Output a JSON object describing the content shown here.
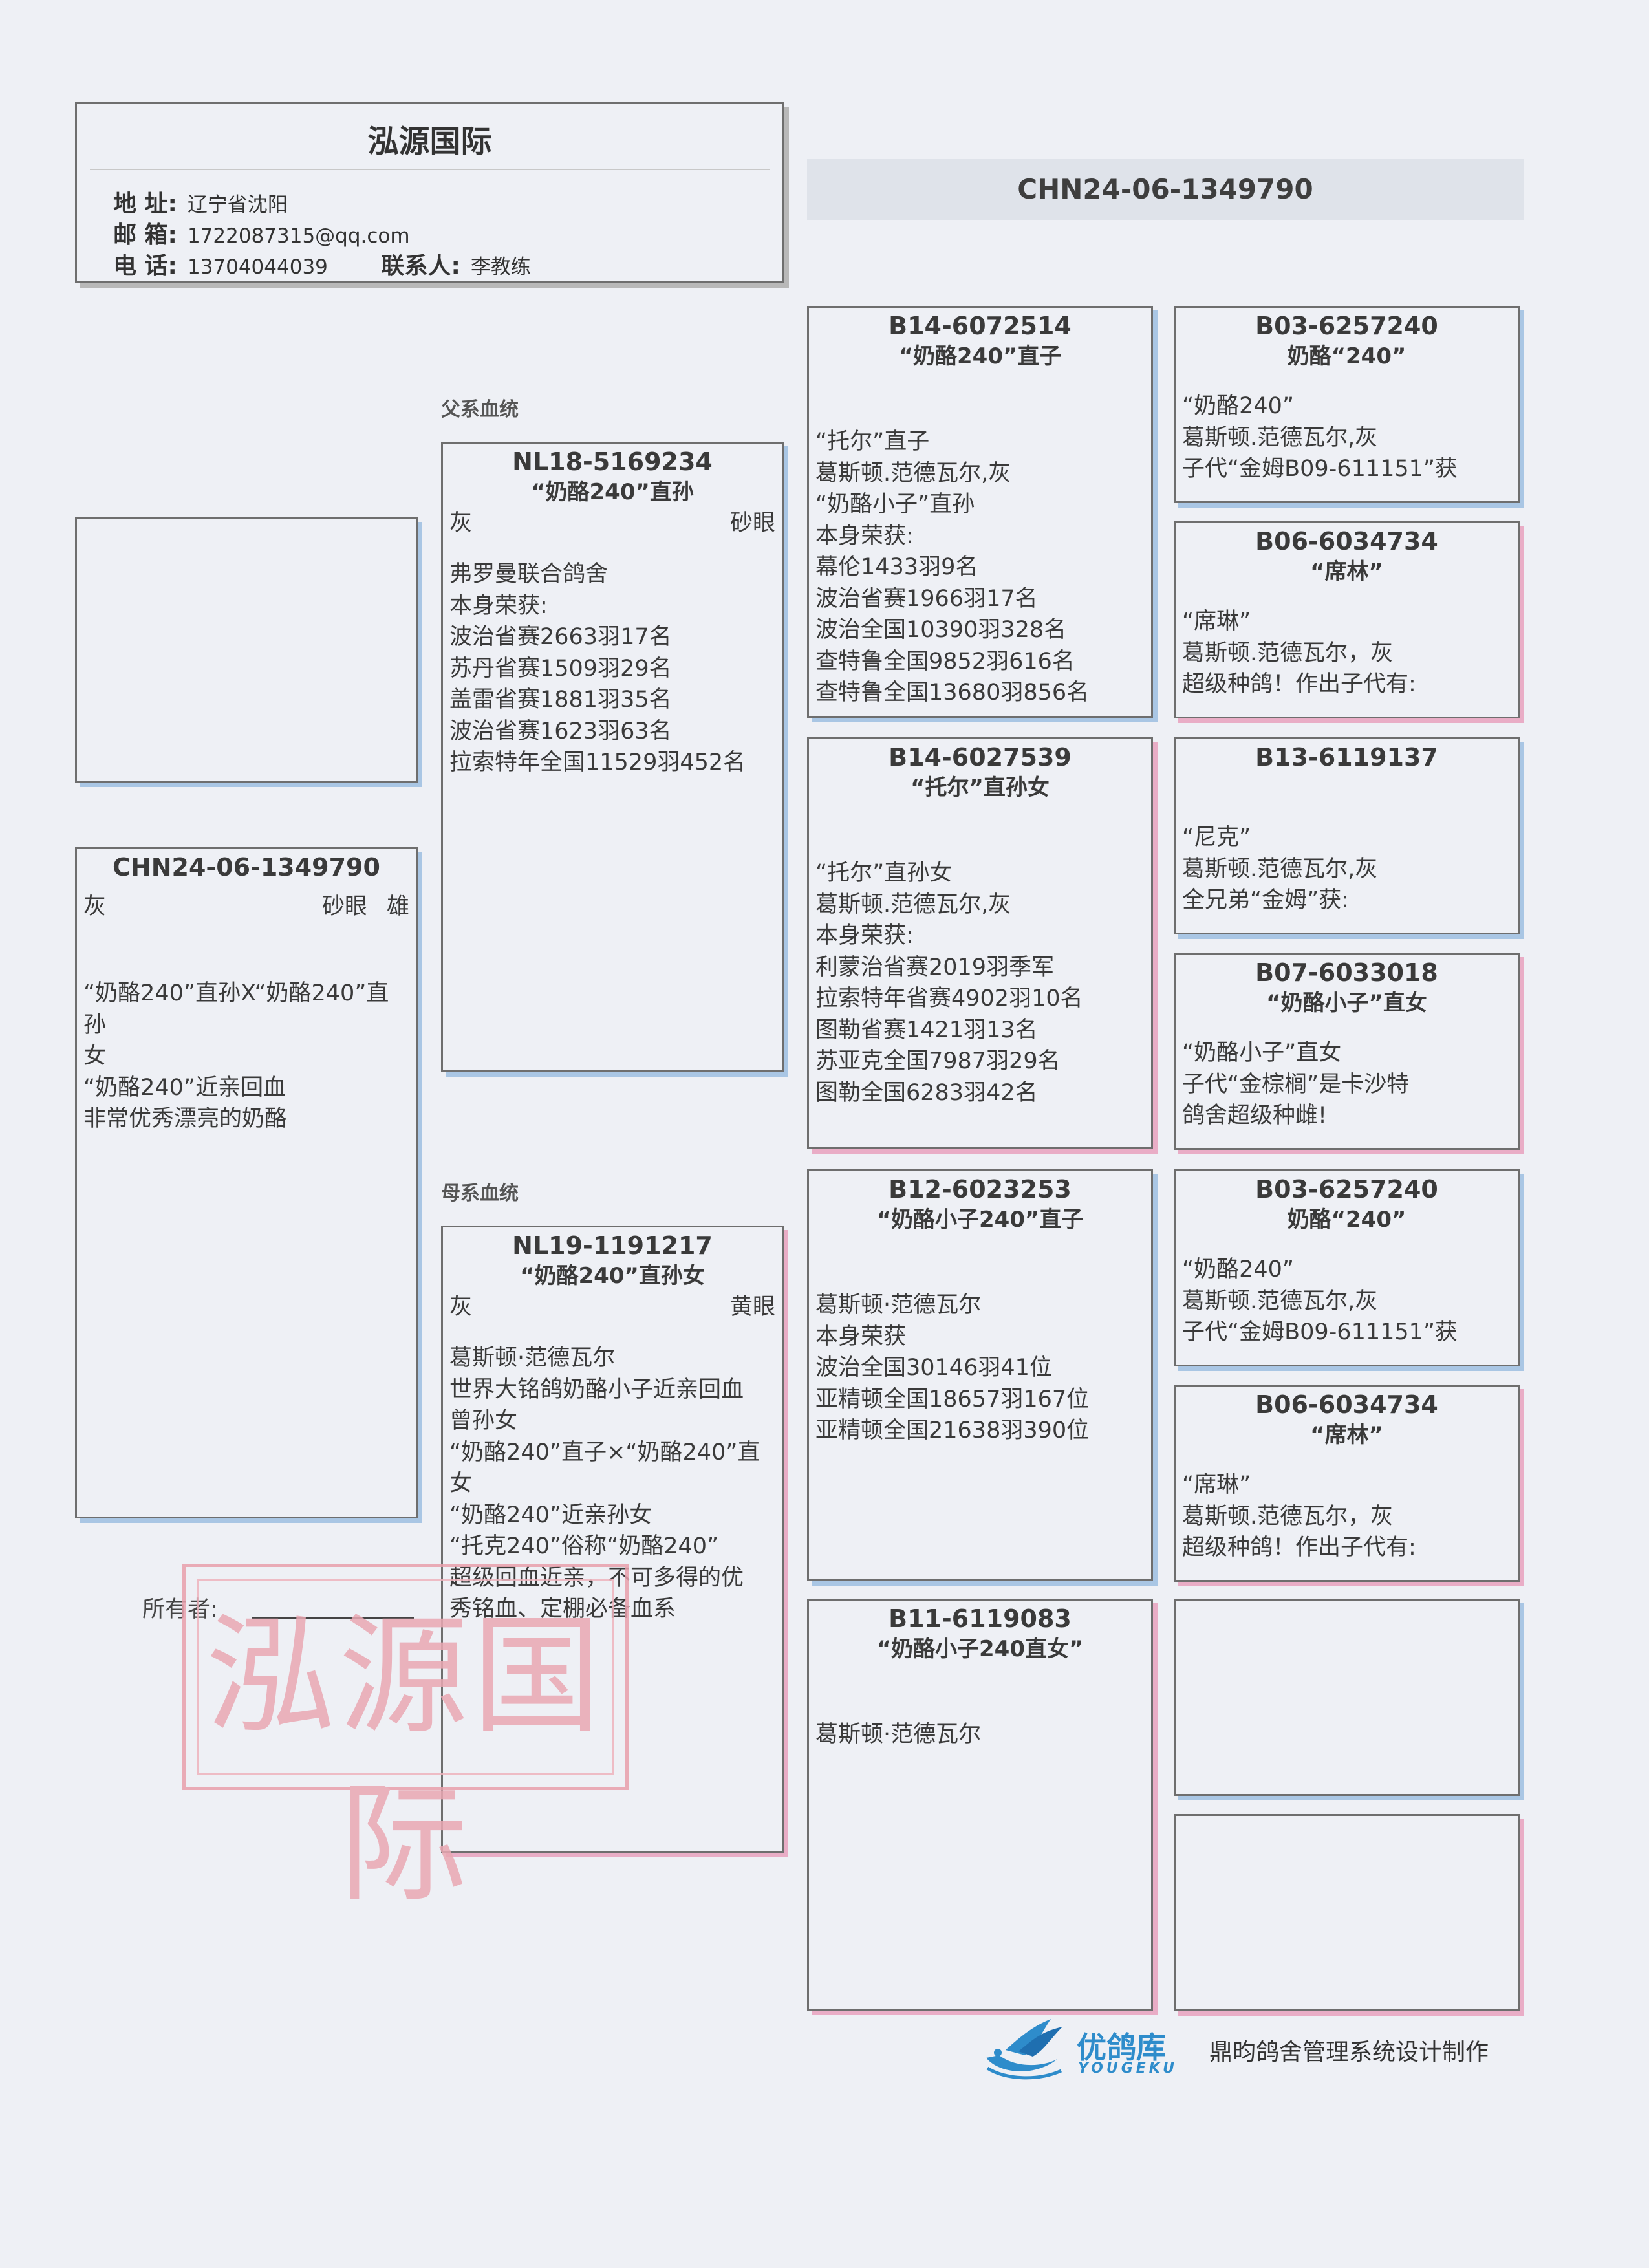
{
  "header": {
    "title": "泓源国际",
    "address_label": "地 址:",
    "address": "辽宁省沈阳",
    "email_label": "邮 箱:",
    "email": "1722087315@qq.com",
    "phone_label": "电 话:",
    "phone": "13704044039",
    "contact_label": "联系人:",
    "contact": "李教练"
  },
  "ring_banner": "CHN24-06-1349790",
  "labels": {
    "sire_line": "父系血统",
    "dam_line": "母系血统",
    "owner": "所有者:"
  },
  "stamp_text": "泓源国际",
  "subject": {
    "ring": "CHN24-06-1349790",
    "color": "灰",
    "eye": "砂眼",
    "sex": "雄",
    "lines": [
      "“奶酪240”直孙X“奶酪240”直孙",
      "女",
      "“奶酪240”近亲回血",
      "非常优秀漂亮的奶酪"
    ]
  },
  "sire": {
    "ring": "NL18-5169234",
    "name": "“奶酪240”直孙",
    "color": "灰",
    "eye": "砂眼",
    "lines": [
      "弗罗曼联合鸽舍",
      "本身荣获:",
      "波治省赛2663羽17名",
      "苏丹省赛1509羽29名",
      "盖雷省赛1881羽35名",
      "波治省赛1623羽63名",
      "拉索特年全国11529羽452名"
    ]
  },
  "dam": {
    "ring": "NL19-1191217",
    "name": "“奶酪240”直孙女",
    "color": "灰",
    "eye": "黄眼",
    "lines": [
      "葛斯顿·范德瓦尔",
      "世界大铭鸽奶酪小子近亲回血",
      "曾孙女",
      "“奶酪240”直子×“奶酪240”直女",
      "“奶酪240”近亲孙女",
      "“托克240”俗称“奶酪240”",
      "超级回血近亲，不可多得的优",
      "秀铭血、定棚必备血系"
    ]
  },
  "ss": {
    "ring": "B14-6072514",
    "name": "“奶酪240”直子",
    "lines": [
      "“托尔”直子",
      "葛斯顿.范德瓦尔,灰",
      "“奶酪小子”直孙",
      "本身荣获:",
      "幕伦1433羽9名",
      "波治省赛1966羽17名",
      "波治全国10390羽328名",
      "查特鲁全国9852羽616名",
      "查特鲁全国13680羽856名"
    ]
  },
  "sd": {
    "ring": "B14-6027539",
    "name": "“托尔”直孙女",
    "lines": [
      "“托尔”直孙女",
      "葛斯顿.范德瓦尔,灰",
      "本身荣获:",
      "利蒙治省赛2019羽季军",
      "拉索特年省赛4902羽10名",
      "图勒省赛1421羽13名",
      "苏亚克全国7987羽29名",
      "图勒全国6283羽42名"
    ]
  },
  "ds": {
    "ring": "B12-6023253",
    "name": "“奶酪小子240”直子",
    "lines": [
      "葛斯顿·范德瓦尔",
      "本身荣获",
      "波治全国30146羽41位",
      "亚精顿全国18657羽167位",
      "亚精顿全国21638羽390位"
    ]
  },
  "dd": {
    "ring": "B11-6119083",
    "name": "“奶酪小子240直女”",
    "lines": [
      "葛斯顿·范德瓦尔"
    ]
  },
  "sss": {
    "ring": "B03-6257240",
    "name": "奶酪“240”",
    "lines": [
      "“奶酪240”",
      "葛斯顿.范德瓦尔,灰",
      "子代“金姆B09-611151”获"
    ]
  },
  "ssd": {
    "ring": "B06-6034734",
    "name": "“席林”",
    "lines": [
      "“席琳”",
      "葛斯顿.范德瓦尔，灰",
      "超级种鸽！作出子代有:"
    ]
  },
  "sds": {
    "ring": "B13-6119137",
    "name": "",
    "lines": [
      "“尼克”",
      "葛斯顿.范德瓦尔,灰",
      "全兄弟“金姆”获:"
    ]
  },
  "sdd": {
    "ring": "B07-6033018",
    "name": "“奶酪小子”直女",
    "lines": [
      "“奶酪小子”直女",
      "子代“金棕榈”是卡沙特",
      "鸽舍超级种雌!"
    ]
  },
  "dss": {
    "ring": "B03-6257240",
    "name": "奶酪“240”",
    "lines": [
      "“奶酪240”",
      "葛斯顿.范德瓦尔,灰",
      "子代“金姆B09-611151”获"
    ]
  },
  "dsd": {
    "ring": "B06-6034734",
    "name": "“席林”",
    "lines": [
      "“席琳”",
      "葛斯顿.范德瓦尔，灰",
      "超级种鸽！作出子代有:"
    ]
  },
  "brand": {
    "name_cn": "优鸽库",
    "name_en": "YOUGEKU",
    "tagline": "鼎昀鸽舍管理系统设计制作"
  }
}
